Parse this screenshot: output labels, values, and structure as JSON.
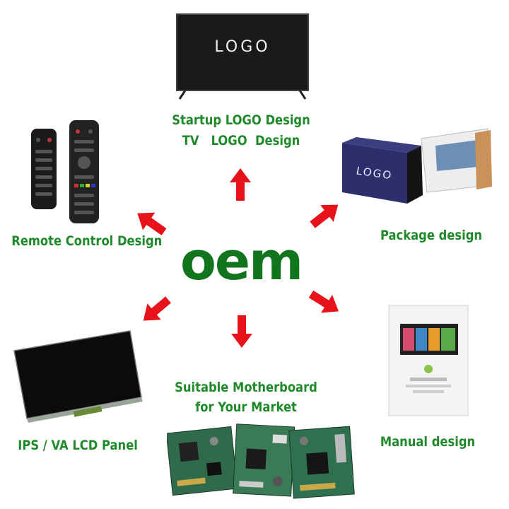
{
  "center": {
    "text": "oem"
  },
  "tv_screen_text": "LOGO",
  "box_text": "LOGO",
  "labels": {
    "startup_line1": "Startup LOGO Design",
    "startup_line2": "TV   LOGO  Design",
    "remote": "Remote Control Design",
    "package": "Package design",
    "panel": "IPS / VA LCD Panel",
    "mother_line1": "Suitable Motherboard",
    "mother_line2": "for Your Market",
    "manual": "Manual design"
  },
  "colors": {
    "label_green": "#1f8a2a",
    "center_green": "#11751e",
    "arrow_red": "#e8131a"
  },
  "icons": [
    "tv-icon",
    "remote-icon",
    "package-box-icon",
    "lcd-panel-icon",
    "motherboard-icon",
    "manual-icon"
  ]
}
